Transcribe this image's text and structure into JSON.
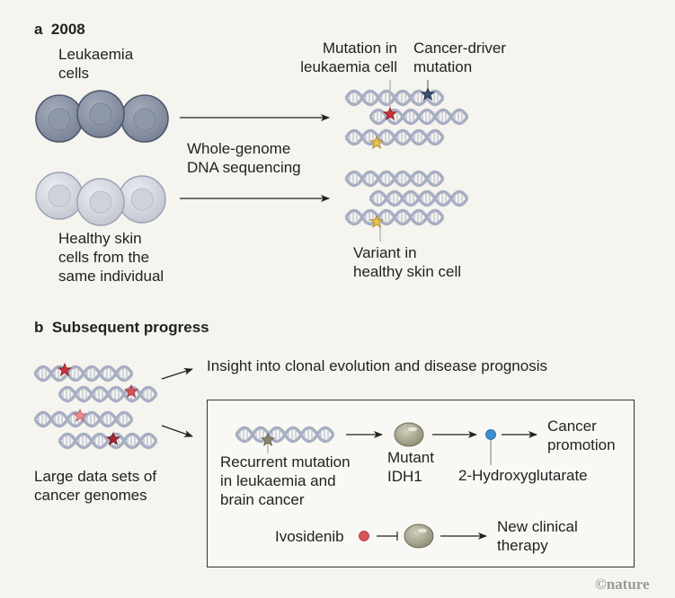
{
  "panel_a": {
    "letter": "a",
    "title": "2008",
    "leukaemia_cells_label": [
      "Leukaemia",
      "cells"
    ],
    "healthy_cells_label": [
      "Healthy skin",
      "cells from the",
      "same individual"
    ],
    "method_label": [
      "Whole-genome",
      "DNA sequencing"
    ],
    "mutation_label": [
      "Mutation in",
      "leukaemia cell"
    ],
    "driver_label": [
      "Cancer-driver",
      "mutation"
    ],
    "variant_label": [
      "Variant in",
      "healthy skin cell"
    ]
  },
  "panel_b": {
    "letter": "b",
    "title": "Subsequent progress",
    "datasets_label": [
      "Large data sets of",
      "cancer genomes"
    ],
    "insight_label": "Insight into clonal evolution and disease prognosis",
    "recurrent_label": [
      "Recurrent mutation",
      "in leukaemia and",
      "brain cancer"
    ],
    "mutant_label": [
      "Mutant",
      "IDH1"
    ],
    "metabolite_label": "2-Hydroxyglutarate",
    "promotion_label": [
      "Cancer",
      "promotion"
    ],
    "drug_label": "Ivosidenib",
    "therapy_label": [
      "New clinical",
      "therapy"
    ]
  },
  "credit": "©nature",
  "colors": {
    "background": "#f5f4ee",
    "dna": "#a7adc2",
    "leukaemia_cell": "#8c95a6",
    "healthy_cell": "#d3d6de",
    "star_driver": "#3d4f6e",
    "star_leukaemia": "#c9343a",
    "star_variant": "#e8c24a",
    "star_recurrent": "#8e8a6e",
    "protein": "#a7a690",
    "metabolite": "#3a8fd0",
    "drug": "#d9545a"
  }
}
